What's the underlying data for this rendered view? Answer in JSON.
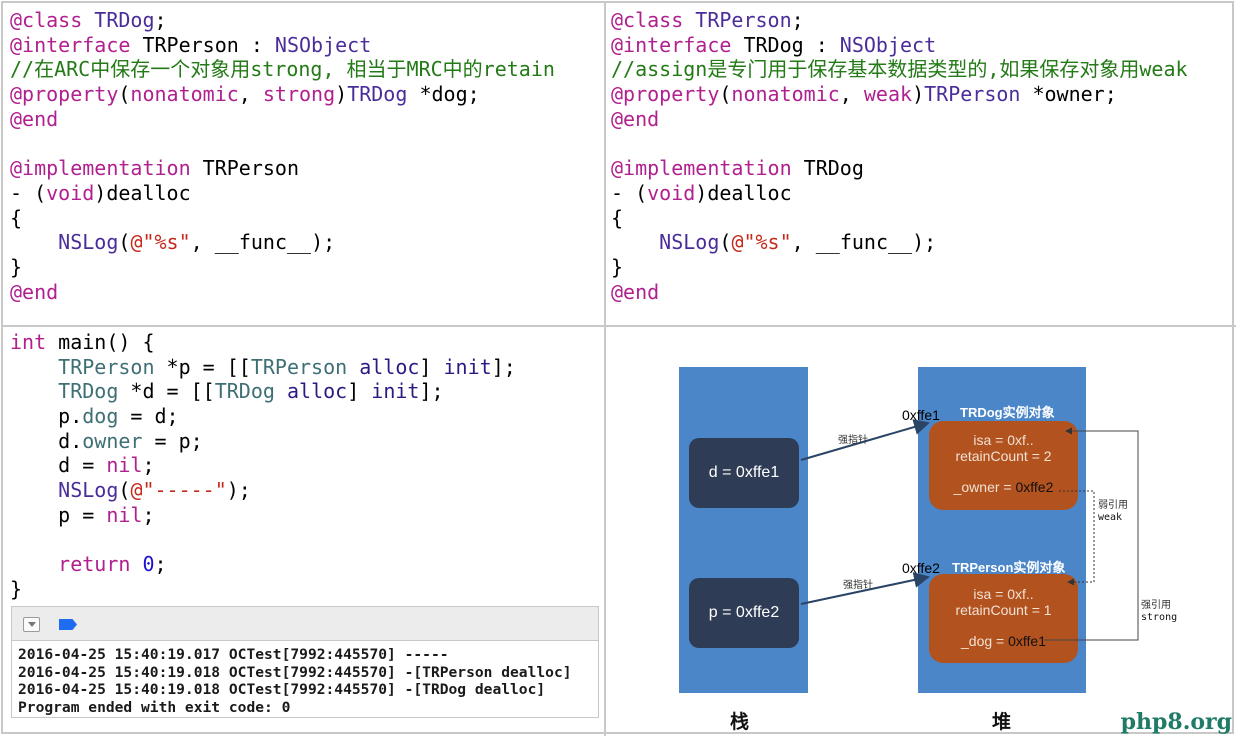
{
  "top_left_code": {
    "lines": [
      [
        {
          "t": "@class ",
          "c": "kw"
        },
        {
          "t": "TRDog",
          "c": "cls"
        },
        {
          "t": ";",
          "c": "pl"
        }
      ],
      [
        {
          "t": "@interface ",
          "c": "kw"
        },
        {
          "t": "TRPerson : ",
          "c": "pl"
        },
        {
          "t": "NSObject",
          "c": "cls"
        }
      ],
      [
        {
          "t": "//在ARC中保存一个对象用strong, 相当于MRC中的retain",
          "c": "cm"
        }
      ],
      [
        {
          "t": "@property",
          "c": "kw"
        },
        {
          "t": "(",
          "c": "pl"
        },
        {
          "t": "nonatomic",
          "c": "kw"
        },
        {
          "t": ", ",
          "c": "pl"
        },
        {
          "t": "strong",
          "c": "kw"
        },
        {
          "t": ")",
          "c": "pl"
        },
        {
          "t": "TRDog",
          "c": "cls"
        },
        {
          "t": " *dog;",
          "c": "pl"
        }
      ],
      [
        {
          "t": "@end",
          "c": "kw"
        }
      ],
      [
        {
          "t": "",
          "c": "pl"
        }
      ],
      [
        {
          "t": "@implementation ",
          "c": "kw"
        },
        {
          "t": "TRPerson",
          "c": "pl"
        }
      ],
      [
        {
          "t": "- (",
          "c": "pl"
        },
        {
          "t": "void",
          "c": "kw"
        },
        {
          "t": ")dealloc",
          "c": "pl"
        }
      ],
      [
        {
          "t": "{",
          "c": "pl"
        }
      ],
      [
        {
          "t": "    ",
          "c": "pl"
        },
        {
          "t": "NSLog",
          "c": "cls"
        },
        {
          "t": "(",
          "c": "pl"
        },
        {
          "t": "@\"%s\"",
          "c": "str"
        },
        {
          "t": ", __func__);",
          "c": "pl"
        }
      ],
      [
        {
          "t": "}",
          "c": "pl"
        }
      ],
      [
        {
          "t": "@end",
          "c": "kw"
        }
      ]
    ]
  },
  "top_right_code": {
    "lines": [
      [
        {
          "t": "@class ",
          "c": "kw"
        },
        {
          "t": "TRPerson",
          "c": "cls"
        },
        {
          "t": ";",
          "c": "pl"
        }
      ],
      [
        {
          "t": "@interface ",
          "c": "kw"
        },
        {
          "t": "TRDog : ",
          "c": "pl"
        },
        {
          "t": "NSObject",
          "c": "cls"
        }
      ],
      [
        {
          "t": "//assign是专门用于保存基本数据类型的,如果保存对象用weak",
          "c": "cm"
        }
      ],
      [
        {
          "t": "@property",
          "c": "kw"
        },
        {
          "t": "(",
          "c": "pl"
        },
        {
          "t": "nonatomic",
          "c": "kw"
        },
        {
          "t": ", ",
          "c": "pl"
        },
        {
          "t": "weak",
          "c": "kw"
        },
        {
          "t": ")",
          "c": "pl"
        },
        {
          "t": "TRPerson",
          "c": "cls"
        },
        {
          "t": " *owner;",
          "c": "pl"
        }
      ],
      [
        {
          "t": "@end",
          "c": "kw"
        }
      ],
      [
        {
          "t": "",
          "c": "pl"
        }
      ],
      [
        {
          "t": "@implementation ",
          "c": "kw"
        },
        {
          "t": "TRDog",
          "c": "pl"
        }
      ],
      [
        {
          "t": "- (",
          "c": "pl"
        },
        {
          "t": "void",
          "c": "kw"
        },
        {
          "t": ")dealloc",
          "c": "pl"
        }
      ],
      [
        {
          "t": "{",
          "c": "pl"
        }
      ],
      [
        {
          "t": "    ",
          "c": "pl"
        },
        {
          "t": "NSLog",
          "c": "cls"
        },
        {
          "t": "(",
          "c": "pl"
        },
        {
          "t": "@\"%s\"",
          "c": "str"
        },
        {
          "t": ", __func__);",
          "c": "pl"
        }
      ],
      [
        {
          "t": "}",
          "c": "pl"
        }
      ],
      [
        {
          "t": "@end",
          "c": "kw"
        }
      ]
    ]
  },
  "main_code": {
    "lines": [
      [
        {
          "t": "int",
          "c": "kw"
        },
        {
          "t": " main() {",
          "c": "pl"
        }
      ],
      [
        {
          "t": "    ",
          "c": "pl"
        },
        {
          "t": "TRPerson",
          "c": "prop"
        },
        {
          "t": " *p = [[",
          "c": "pl"
        },
        {
          "t": "TRPerson",
          "c": "prop"
        },
        {
          "t": " ",
          "c": "pl"
        },
        {
          "t": "alloc",
          "c": "meth"
        },
        {
          "t": "] ",
          "c": "pl"
        },
        {
          "t": "init",
          "c": "meth"
        },
        {
          "t": "];",
          "c": "pl"
        }
      ],
      [
        {
          "t": "    ",
          "c": "pl"
        },
        {
          "t": "TRDog",
          "c": "prop"
        },
        {
          "t": " *d = [[",
          "c": "pl"
        },
        {
          "t": "TRDog",
          "c": "prop"
        },
        {
          "t": " ",
          "c": "pl"
        },
        {
          "t": "alloc",
          "c": "meth"
        },
        {
          "t": "] ",
          "c": "pl"
        },
        {
          "t": "init",
          "c": "meth"
        },
        {
          "t": "];",
          "c": "pl"
        }
      ],
      [
        {
          "t": "    p.",
          "c": "pl"
        },
        {
          "t": "dog",
          "c": "prop"
        },
        {
          "t": " = d;",
          "c": "pl"
        }
      ],
      [
        {
          "t": "    d.",
          "c": "pl"
        },
        {
          "t": "owner",
          "c": "prop"
        },
        {
          "t": " = p;",
          "c": "pl"
        }
      ],
      [
        {
          "t": "    d = ",
          "c": "pl"
        },
        {
          "t": "nil",
          "c": "kw"
        },
        {
          "t": ";",
          "c": "pl"
        }
      ],
      [
        {
          "t": "    ",
          "c": "pl"
        },
        {
          "t": "NSLog",
          "c": "cls"
        },
        {
          "t": "(",
          "c": "pl"
        },
        {
          "t": "@\"-----\"",
          "c": "str"
        },
        {
          "t": ");",
          "c": "pl"
        }
      ],
      [
        {
          "t": "    p = ",
          "c": "pl"
        },
        {
          "t": "nil",
          "c": "kw"
        },
        {
          "t": ";",
          "c": "pl"
        }
      ],
      [
        {
          "t": "",
          "c": "pl"
        }
      ],
      [
        {
          "t": "    ",
          "c": "pl"
        },
        {
          "t": "return",
          "c": "kw"
        },
        {
          "t": " ",
          "c": "pl"
        },
        {
          "t": "0",
          "c": "num"
        },
        {
          "t": ";",
          "c": "pl"
        }
      ],
      [
        {
          "t": "}",
          "c": "pl"
        }
      ]
    ]
  },
  "console": {
    "toggle_icon": "hide-console-toggle",
    "breakpoint_icon": "breakpoint-icon",
    "output": [
      "2016-04-25 15:40:19.017 OCTest[7992:445570] -----",
      "2016-04-25 15:40:19.018 OCTest[7992:445570] -[TRPerson dealloc]",
      "2016-04-25 15:40:19.018 OCTest[7992:445570] -[TRDog dealloc]",
      "Program ended with exit code: 0"
    ]
  },
  "diagram": {
    "stack_label": "栈",
    "heap_label": "堆",
    "var_d": "d = 0xffe1",
    "var_p": "p = 0xffe2",
    "strong_pointer_label": "强指针",
    "dog_object": {
      "title": "TRDog实例对象",
      "address": "0xffe1",
      "isa": "isa = 0xf..",
      "retain_count": "retainCount = 2",
      "ref_name": "_owner = ",
      "ref_value": "0xffe2"
    },
    "person_object": {
      "title": "TRPerson实例对象",
      "address": "0xffe2",
      "isa": "isa = 0xf..",
      "retain_count": "retainCount = 1",
      "ref_name": "_dog = ",
      "ref_value": "0xffe1"
    },
    "weak_ref_label_cn": "弱引用",
    "weak_ref_label_en": "weak",
    "strong_ref_label_cn": "强引用",
    "strong_ref_label_en": "strong",
    "colors": {
      "column_blue": "#4a86c8",
      "variable_box": "#2e3d55",
      "object_box": "#b2521f"
    }
  },
  "watermark": "php8.org"
}
